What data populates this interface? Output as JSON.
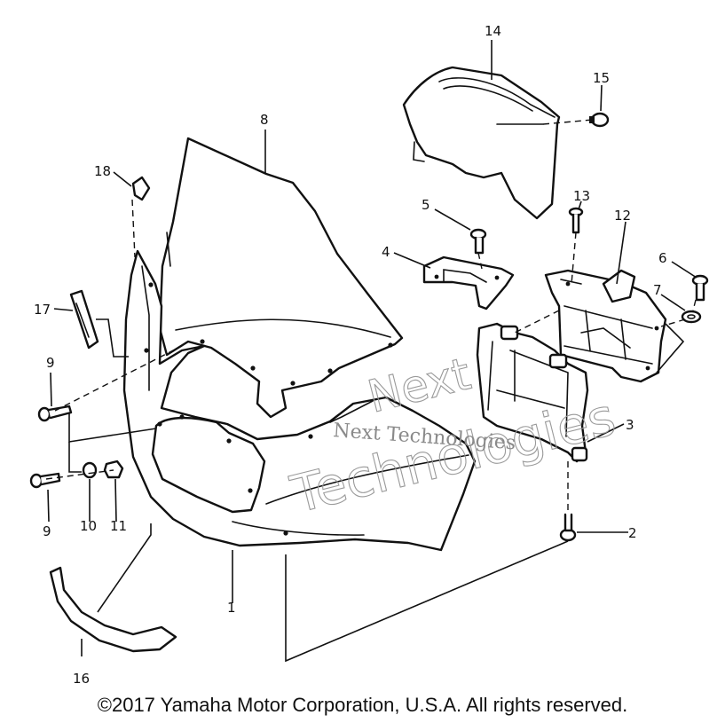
{
  "callouts": [
    "1",
    "2",
    "3",
    "4",
    "5",
    "6",
    "7",
    "8",
    "9",
    "9",
    "10",
    "11",
    "12",
    "13",
    "14",
    "15",
    "16",
    "17",
    "18"
  ],
  "watermark": {
    "line1": "Next",
    "line2": "Technologies",
    "inline": "Next Technologies"
  },
  "copyright": "©2017 Yamaha Motor Corporation, U.S.A. All rights reserved.",
  "colors": {
    "ink": "#111111",
    "background": "#ffffff",
    "watermark": "#9a9a9a"
  }
}
